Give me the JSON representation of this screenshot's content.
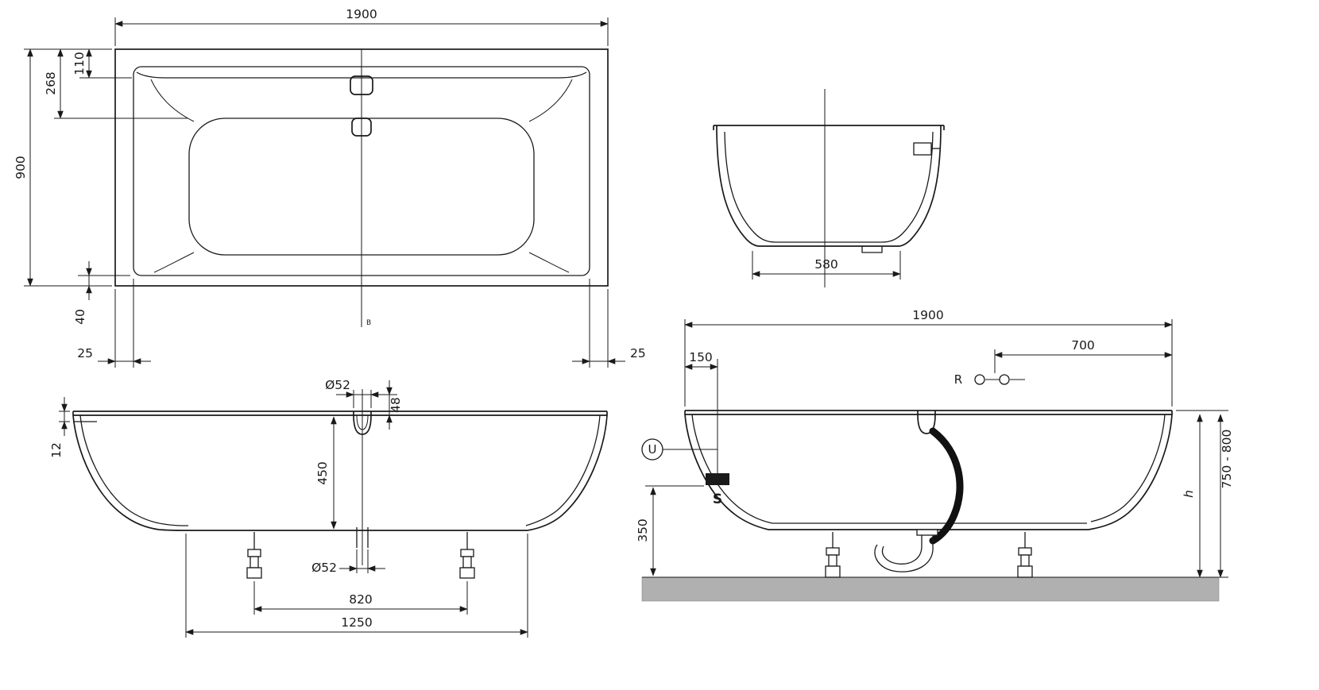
{
  "drawing": {
    "plan": {
      "len": "1900",
      "d110": "110",
      "d268": "268",
      "d900": "900",
      "d40": "40",
      "d25l": "25",
      "d25r": "25",
      "b": "B"
    },
    "section": {
      "d580": "580"
    },
    "side": {
      "dia_top": "Ø52",
      "d48": "48",
      "d12": "12",
      "d450": "450",
      "dia_bottom": "Ø52",
      "d820": "820",
      "d1250": "1250"
    },
    "install": {
      "d1900": "1900",
      "d700": "700",
      "d150": "150",
      "r": "R",
      "u": "U",
      "s": "S",
      "d350": "350",
      "range": "750 - 800",
      "h": "h"
    }
  }
}
